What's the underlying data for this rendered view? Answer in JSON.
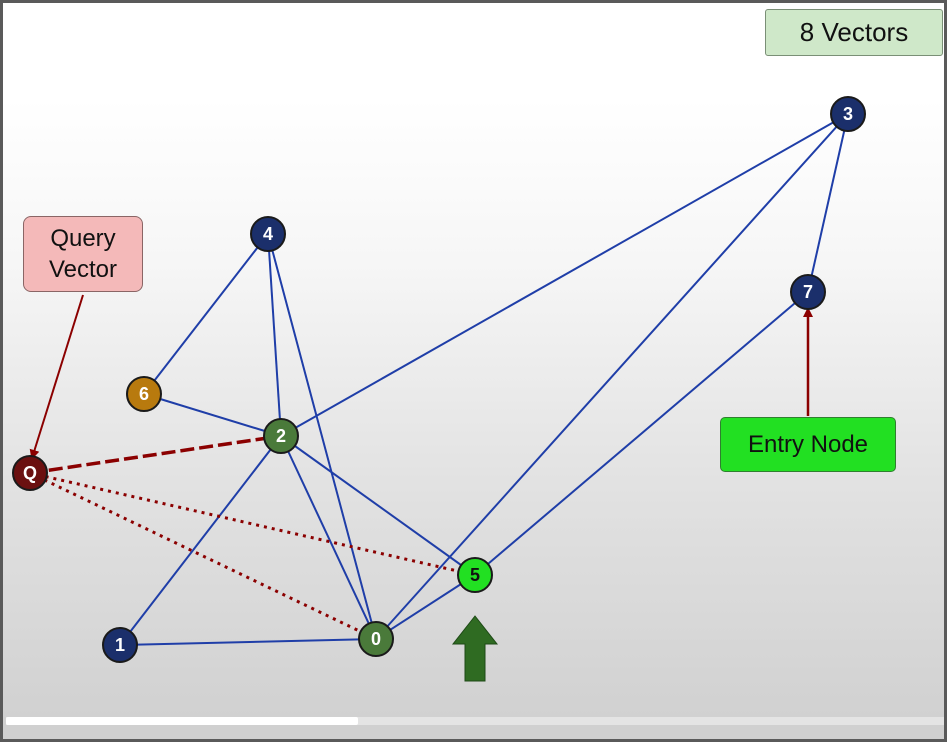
{
  "badge": {
    "text": "8 Vectors"
  },
  "query_callout": {
    "line1": "Query",
    "line2": "Vector"
  },
  "entry_callout": {
    "text": "Entry Node"
  },
  "colors": {
    "edge": "#1f3ea8",
    "node_default": "#1b2f6b",
    "node_visited": "#4a7a3a",
    "node_current": "#22e022",
    "node_orange": "#b87a0e",
    "node_query": "#6b1010",
    "arrow_red": "#8b0000",
    "arrow_green": "#2f6b22"
  },
  "nodes": [
    {
      "id": "0",
      "label": "0",
      "state": "visited"
    },
    {
      "id": "1",
      "label": "1",
      "state": "default"
    },
    {
      "id": "2",
      "label": "2",
      "state": "visited"
    },
    {
      "id": "3",
      "label": "3",
      "state": "default"
    },
    {
      "id": "4",
      "label": "4",
      "state": "default"
    },
    {
      "id": "5",
      "label": "5",
      "state": "current"
    },
    {
      "id": "6",
      "label": "6",
      "state": "orange"
    },
    {
      "id": "7",
      "label": "7",
      "state": "default"
    },
    {
      "id": "Q",
      "label": "Q",
      "state": "query"
    }
  ],
  "edges": [
    [
      "1",
      "0"
    ],
    [
      "1",
      "2"
    ],
    [
      "0",
      "2"
    ],
    [
      "0",
      "4"
    ],
    [
      "0",
      "5"
    ],
    [
      "0",
      "3"
    ],
    [
      "2",
      "4"
    ],
    [
      "2",
      "6"
    ],
    [
      "2",
      "5"
    ],
    [
      "2",
      "3"
    ],
    [
      "4",
      "6"
    ],
    [
      "3",
      "7"
    ],
    [
      "5",
      "7"
    ]
  ],
  "query_links": [
    {
      "to": "2",
      "style": "dashed"
    },
    {
      "to": "5",
      "style": "dotted"
    },
    {
      "to": "0",
      "style": "dotted"
    }
  ]
}
